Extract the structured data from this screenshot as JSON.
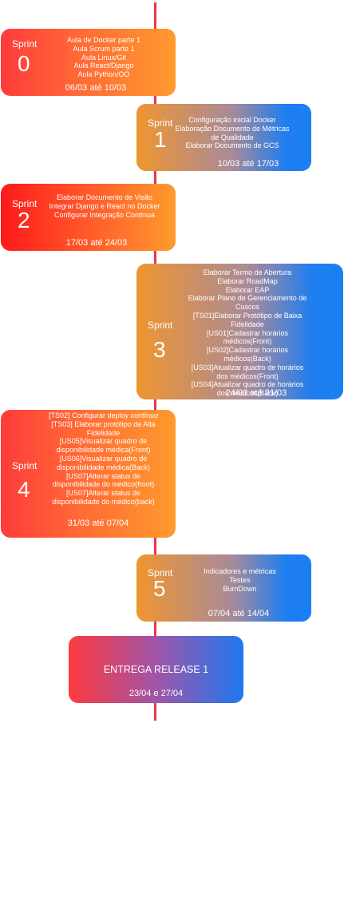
{
  "sprints": [
    {
      "label": "Sprint",
      "number": "0",
      "tasks": [
        "Aula de Docker parte 1",
        "Aula Scrum parte 1",
        "Aula Linux/Git",
        "Aula React/Django",
        "Aula Python/OO"
      ],
      "dates": "06/03 até 10/03"
    },
    {
      "label": "Sprint",
      "number": "1",
      "tasks": [
        "Configuração inicial Docker",
        "Elaboração Documento de Métricas de Qualidade",
        "Elaborar Documento de GCS"
      ],
      "dates": "10/03 até 17/03"
    },
    {
      "label": "Sprint",
      "number": "2",
      "tasks": [
        "Elaborar Documento de Visão",
        "Integrar Django e React no Docker",
        "Configurar Integração Contínua"
      ],
      "dates": "17/03 até 24/03"
    },
    {
      "label": "Sprint",
      "number": "3",
      "tasks": [
        "Elaborar Termo de Abertura",
        "Elaborar RoadMap",
        "Elaborar EAP",
        "Elaborar Plano de Gerenciamento de Cuscos",
        "[TS01]Elaborar Protótipo de Baixa Fidelidade",
        "[US01]Cadastrar horários médicos(Front)",
        "[US02]Cadastrar horários médicos(Back)",
        "[US03]Atualizar quadro de horários dos médicos(Front)",
        "[US04]Atualizar quadro de horários dos médicos(Back)"
      ],
      "dates": "24/03 até 31/03"
    },
    {
      "label": "Sprint",
      "number": "4",
      "tasks": [
        "[TS02] Configurar deploy contínuo",
        "[TS03] Elaborar protótipo de Alta Fidelidade",
        "[US05]Visualizar quadro de disponibilidade médica(Front)",
        "[US06]Visualizar quadro de disponibilidade médica(Back)",
        "[US07]Alterar status de disponibilidade do médico(front)",
        "[US07]Alterar status de disponibilidade do médico(back)"
      ],
      "dates": "31/03 até 07/04"
    },
    {
      "label": "Sprint",
      "number": "5",
      "tasks": [
        "Indicadores e métricas",
        "Testes",
        "BurnDown"
      ],
      "dates": "07/04 até 14/04"
    }
  ],
  "release": {
    "title": "ENTREGA RELEASE 1",
    "dates": "23/04  e 27/04"
  },
  "colors": {
    "line": "#e53946",
    "warm": "#ff9a2e",
    "cool": "#1a7ff5",
    "red": "#ff3b3b"
  }
}
